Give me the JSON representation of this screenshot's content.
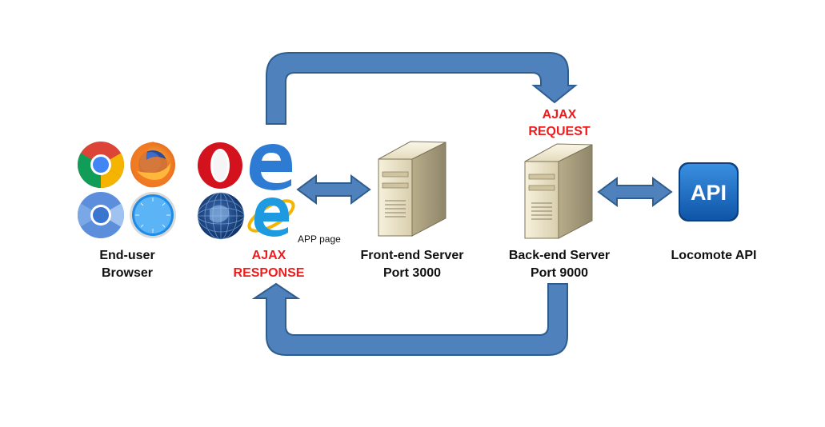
{
  "colors": {
    "arrow_fill": "#4f81bd",
    "arrow_stroke": "#2e5d8e",
    "ajax_text": "#ee1c1c",
    "api_blue": "#1769c2"
  },
  "browser": {
    "line1": "End-user",
    "line2": "Browser",
    "icons": [
      "chrome-icon",
      "firefox-icon",
      "chromium-icon",
      "safari-icon",
      "opera-icon",
      "edge-icon",
      "globe-browser-icon",
      "internet-explorer-icon"
    ]
  },
  "app_page_label": "APP page",
  "ajax_response": {
    "line1": "AJAX",
    "line2": "RESPONSE"
  },
  "ajax_request": {
    "line1": "AJAX",
    "line2": "REQUEST"
  },
  "frontend": {
    "line1": "Front-end Server",
    "line2": "Port 3000"
  },
  "backend": {
    "line1": "Back-end Server",
    "line2": "Port 9000"
  },
  "api": {
    "icon_text": "API",
    "label": "Locomote API"
  }
}
